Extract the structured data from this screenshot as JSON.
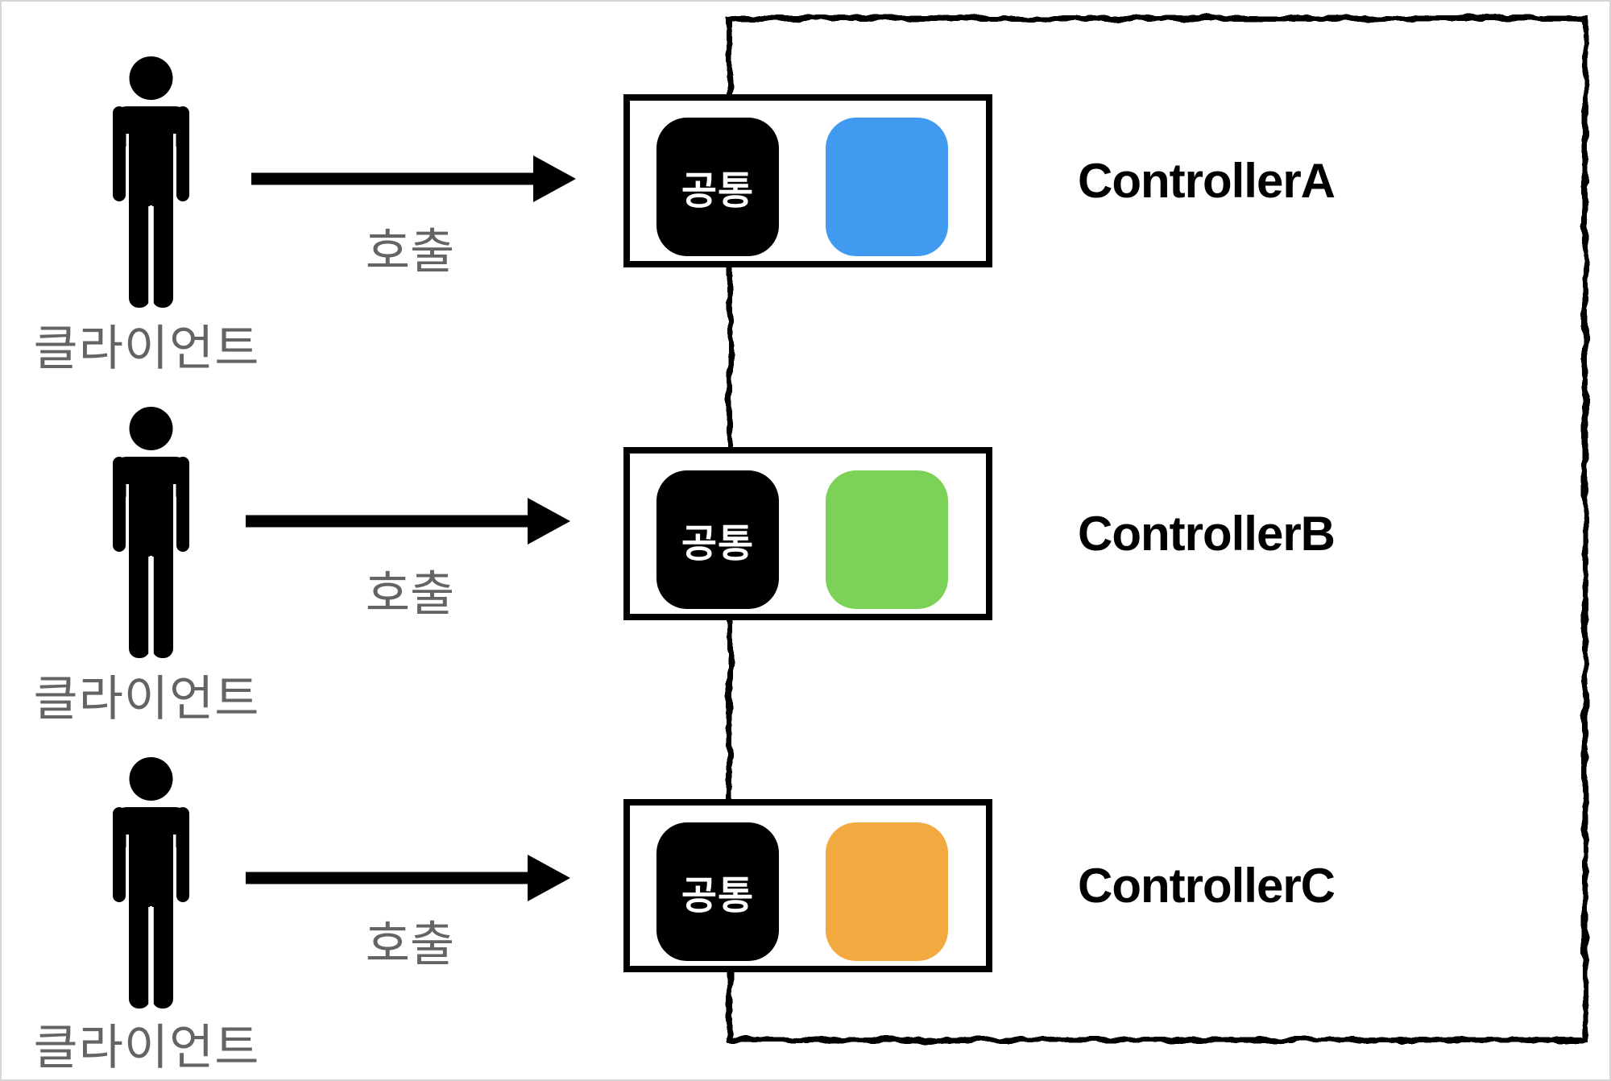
{
  "diagram": {
    "description_labels": {
      "client": "클라이언트",
      "call": "호출",
      "common": "공통"
    },
    "rows": [
      {
        "client_label": "클라이언트",
        "call_label": "호출",
        "common_label": "공통",
        "controller_label": "ControllerA",
        "accent_color": "#4299F0"
      },
      {
        "client_label": "클라이언트",
        "call_label": "호출",
        "common_label": "공통",
        "controller_label": "ControllerB",
        "accent_color": "#7CD157"
      },
      {
        "client_label": "클라이언트",
        "call_label": "호출",
        "common_label": "공통",
        "controller_label": "ControllerC",
        "accent_color": "#F2A93F"
      }
    ],
    "colors": {
      "ink": "#000000",
      "label_gray": "#646464",
      "common_box_bg": "#000000",
      "common_box_text": "#ffffff",
      "boundary_stroke": "#000000",
      "page_frame": "#d6d6d6",
      "background": "#ffffff"
    },
    "icons": {
      "person": "person-icon",
      "arrow": "arrow-right-icon"
    }
  }
}
